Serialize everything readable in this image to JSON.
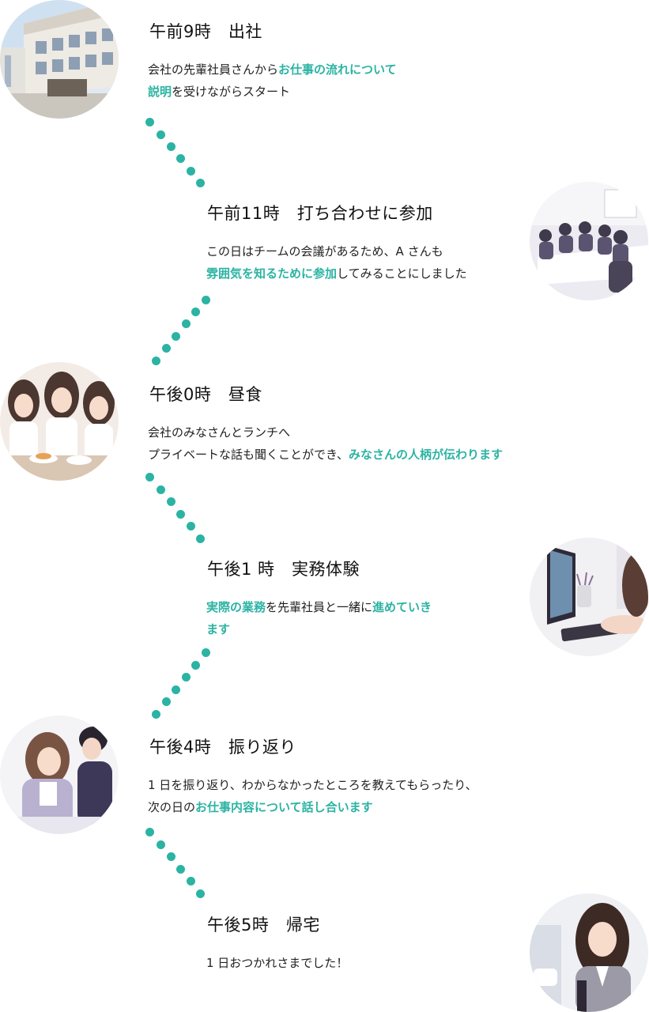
{
  "accent_color": "#2bb3a3",
  "schedule": [
    {
      "time": "午前9時　出社",
      "image_icon": "office-building-photo",
      "lines": [
        [
          {
            "t": "会社の先輩社員さんから",
            "hl": false
          },
          {
            "t": "お仕事の流れについて",
            "hl": true
          }
        ],
        [
          {
            "t": "説明",
            "hl": true
          },
          {
            "t": "を受けながらスタート",
            "hl": false
          }
        ]
      ]
    },
    {
      "time": "午前11時　打ち合わせに参加",
      "image_icon": "meeting-room-photo",
      "lines": [
        [
          {
            "t": "この日はチームの会議があるため、A さんも",
            "hl": false
          }
        ],
        [
          {
            "t": "雰囲気を知るために参加",
            "hl": true
          },
          {
            "t": "してみることにしました",
            "hl": false
          }
        ]
      ]
    },
    {
      "time": "午後0時　昼食",
      "image_icon": "lunch-colleagues-photo",
      "lines": [
        [
          {
            "t": "会社のみなさんとランチへ",
            "hl": false
          }
        ],
        [
          {
            "t": "プライベートな話も聞くことができ、",
            "hl": false
          },
          {
            "t": "みなさんの人柄が伝わります",
            "hl": true
          }
        ]
      ]
    },
    {
      "time": "午後1 時　実務体験",
      "image_icon": "computer-work-photo",
      "lines": [
        [
          {
            "t": "実際の業務",
            "hl": true
          },
          {
            "t": "を先輩社員と一緒に",
            "hl": false
          },
          {
            "t": "進めていき",
            "hl": true
          }
        ],
        [
          {
            "t": "ます",
            "hl": true
          }
        ]
      ]
    },
    {
      "time": "午後4時　振り返り",
      "image_icon": "review-conversation-photo",
      "lines": [
        [
          {
            "t": "1 日を振り返り、わからなかったところを教えてもらったり、",
            "hl": false
          }
        ],
        [
          {
            "t": "次の日の",
            "hl": false
          },
          {
            "t": "お仕事内容について話し合います",
            "hl": true
          }
        ]
      ]
    },
    {
      "time": "午後5時　帰宅",
      "image_icon": "woman-going-home-photo",
      "lines": [
        [
          {
            "t": "1 日おつかれさまでした！",
            "hl": false
          }
        ]
      ]
    }
  ]
}
